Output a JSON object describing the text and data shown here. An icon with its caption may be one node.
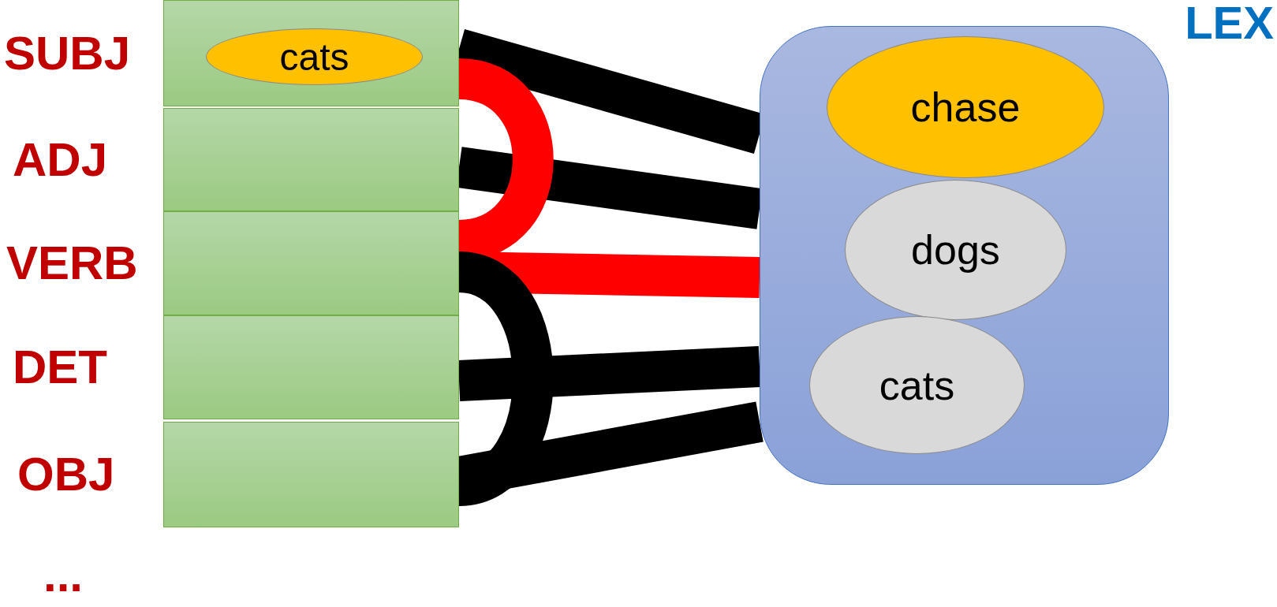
{
  "diagram": {
    "nodes": [
      {
        "text": [
          "SUBJ"
        ]
      },
      {
        "text": [
          "cats"
        ],
        "in": 0
      },
      {
        "text": [
          "ADJ"
        ]
      },
      {
        "text": [
          "VERB"
        ]
      },
      {
        "text": [
          "DET"
        ]
      },
      {
        "text": [
          "OBJ"
        ]
      },
      {
        "text": [
          "LEX"
        ]
      },
      {
        "text": [
          "chase"
        ],
        "in": 6
      },
      {
        "text": [
          "dogs"
        ],
        "in": 6
      },
      {
        "text": [
          "cats"
        ],
        "in": 6
      }
    ],
    "edges": [
      {
        "from": 0,
        "to": 6,
        "arrow": "none"
      },
      {
        "from": 2,
        "to": 6,
        "arrow": "none"
      },
      {
        "from": 0,
        "to": 3,
        "arrow": "none",
        "color": "#ff0000"
      },
      {
        "from": 3,
        "to": 6,
        "arrow": "none",
        "color": "#ff0000"
      },
      {
        "from": 3,
        "to": 5,
        "arrow": "none"
      },
      {
        "from": 4,
        "to": 6,
        "arrow": "none"
      },
      {
        "from": 5,
        "to": 6,
        "arrow": "none"
      }
    ],
    "labels": [
      "..."
    ]
  }
}
